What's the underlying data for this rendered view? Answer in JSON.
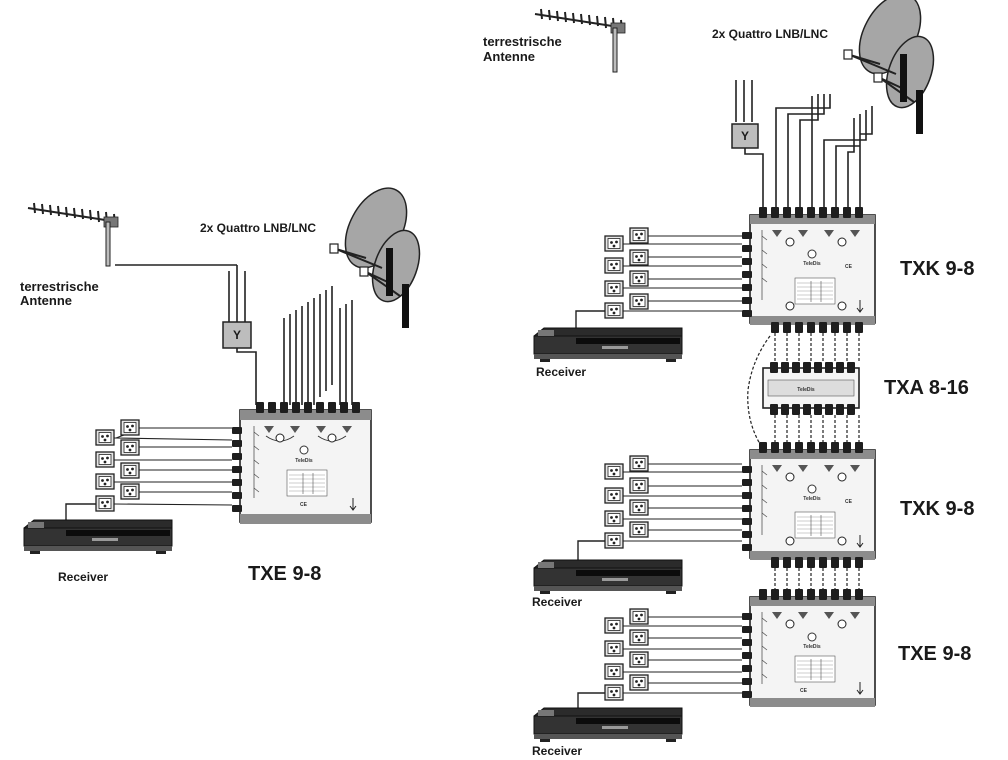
{
  "left_system": {
    "antenna_label_line1": "terrestrische",
    "antenna_label_line2": "Antenne",
    "lnb_label": "2x Quattro LNB/LNC",
    "switch_label": "TXE 9-8",
    "receiver_label": "Receiver"
  },
  "right_system": {
    "antenna_label_line1": "terrestrische",
    "antenna_label_line2": "Antenne",
    "lnb_label": "2x Quattro LNB/LNC",
    "switch_1_label": "TXK 9-8",
    "amplifier_label": "TXA 8-16",
    "switch_2_label": "TXK 9-8",
    "switch_3_label": "TXE 9-8",
    "receiver_1_label": "Receiver",
    "receiver_2_label": "Receiver",
    "receiver_3_label": "Receiver"
  },
  "brand_text": "TeleDis",
  "combiner_symbol": "Y",
  "colors": {
    "line": "#1a1a1a",
    "dish_fill": "#a6a6a6",
    "switch_body": "#f4f4f4",
    "switch_rail": "#8c8c8c",
    "receiver_body": "#2b2b2b",
    "socket_fill": "#e6e6e6"
  }
}
